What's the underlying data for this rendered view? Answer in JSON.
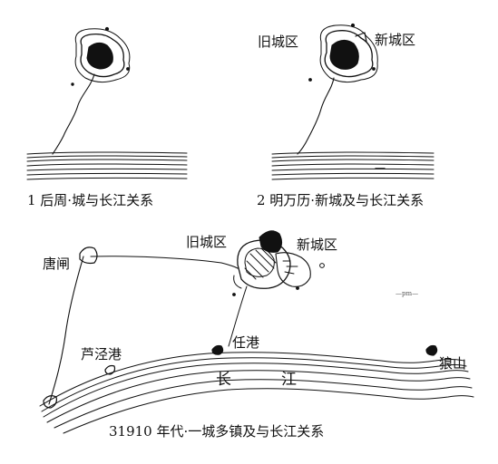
{
  "panels": [
    {
      "caption": "1 后周·城与长江关系",
      "labels": []
    },
    {
      "caption": "2 明万历·新城及与长江关系",
      "labels": [
        "旧城区",
        "新城区"
      ]
    },
    {
      "caption": "31910 年代·一城多镇及与长江关系",
      "labels": [
        "旧城区",
        "新城区",
        "唐闸",
        "芦泾港",
        "任港",
        "狼山"
      ],
      "river_name": [
        "长",
        "江"
      ]
    }
  ],
  "stray_mark": "—pm—"
}
